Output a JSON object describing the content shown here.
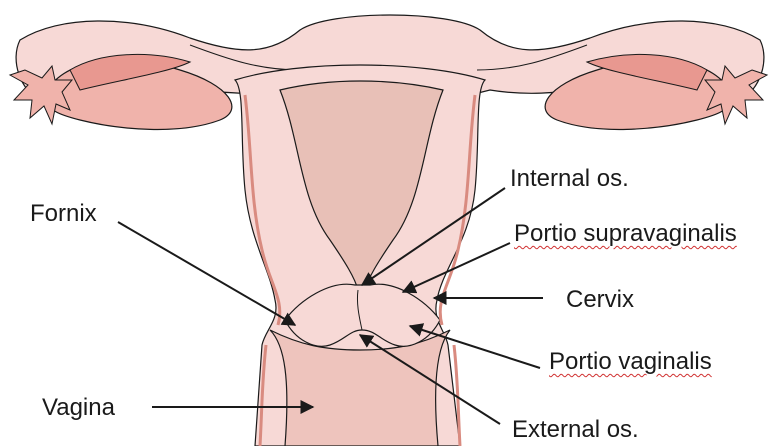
{
  "colors": {
    "tissue_light": "#f7d9d6",
    "tissue_mid": "#eec4bd",
    "cavity": "#e8c0b7",
    "ovary": "#f0b3ab",
    "ovary_dark": "#e89890",
    "outline": "#1a1a1a",
    "vessel": "#d98b80"
  },
  "labels": {
    "fornix": "Fornix",
    "internal_os": "Internal os.",
    "portio_supravaginalis": "Portio supravaginalis",
    "cervix": "Cervix",
    "portio_vaginalis": "Portio vaginalis",
    "vagina": "Vagina",
    "external_os": "External os."
  }
}
